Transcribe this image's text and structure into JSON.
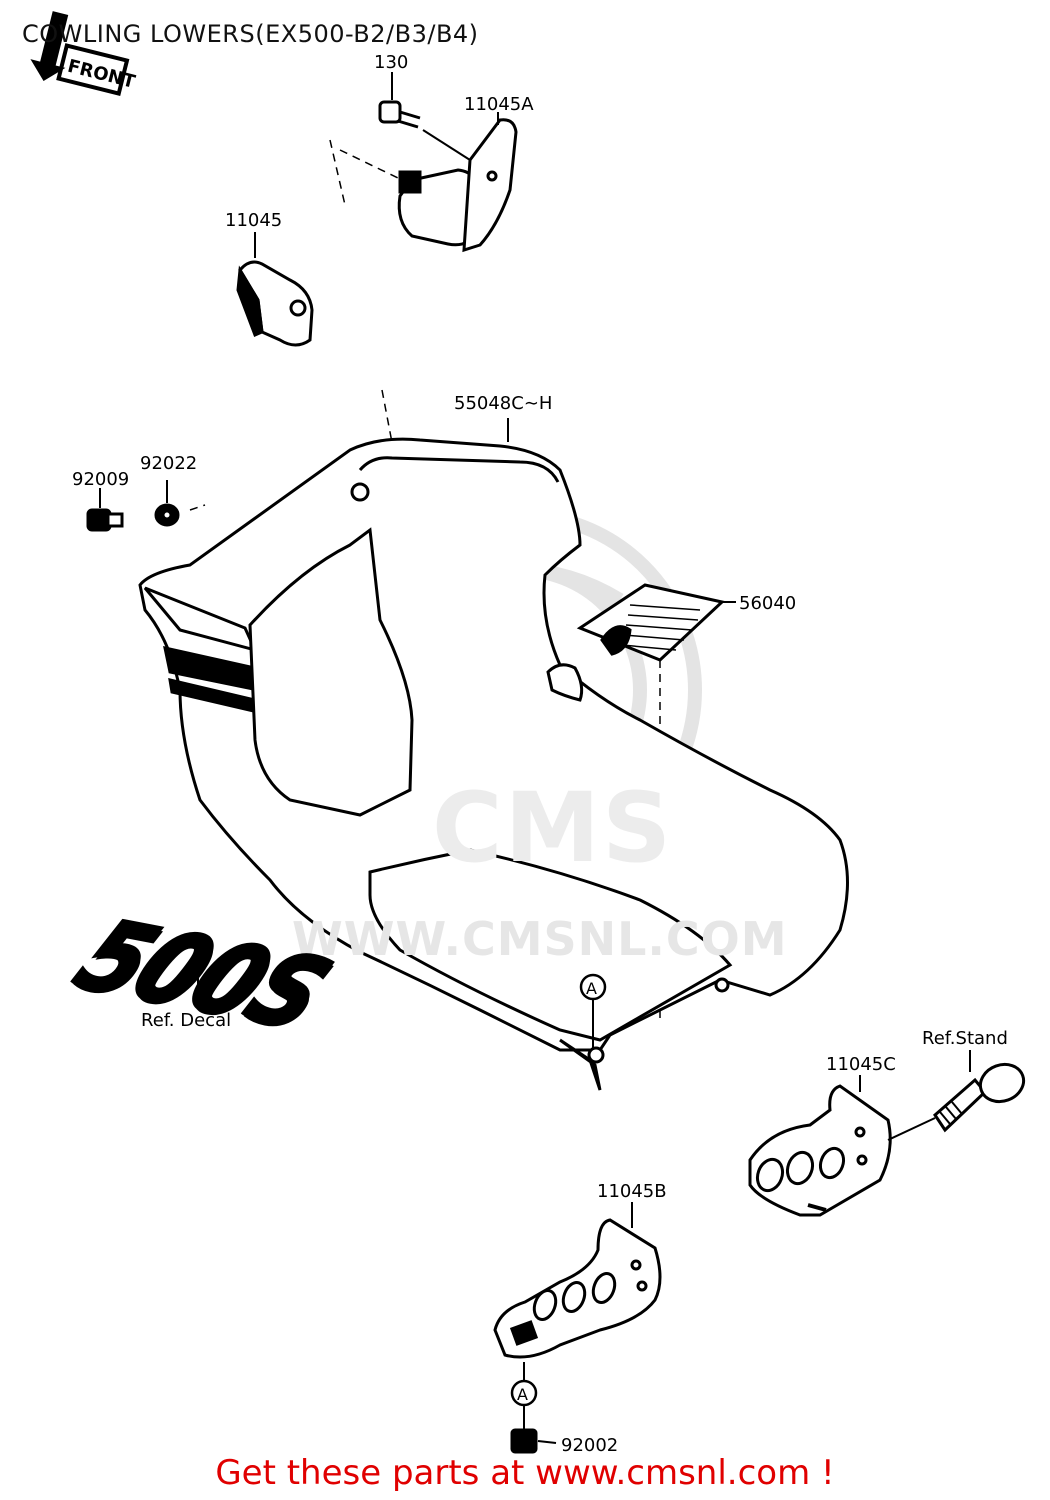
{
  "title": "COWLING LOWERS(EX500-B2/B3/B4)",
  "front_marker": "FRONT",
  "watermark": {
    "logo_text": "CMS",
    "url_text": "WWW.CMSNL.COM"
  },
  "decal_text": "500S",
  "marker_a": "A",
  "parts": {
    "p130": "130",
    "p11045A": "11045A",
    "p11045": "11045",
    "p55048": "55048C∼H",
    "p92009": "92009",
    "p92022": "92022",
    "p56040": "56040",
    "p11045C": "11045C",
    "ref_stand": "Ref.Stand",
    "p11045B": "11045B",
    "p92002": "92002",
    "ref_decal": "Ref. Decal"
  },
  "footer": "Get these parts at www.cmsnl.com !",
  "colors": {
    "footer": "#e00000",
    "line": "#000000",
    "watermark": "#e6e6e6"
  }
}
